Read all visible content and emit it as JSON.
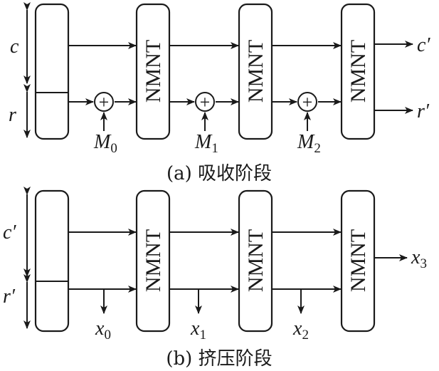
{
  "block_label": "NMNT",
  "absorb": {
    "caption": "(a) 吸收阶段",
    "state_labels": {
      "capacity": "c",
      "rate": "r"
    },
    "outputs": {
      "capacity": "c′",
      "rate": "r′"
    },
    "message_labels": [
      {
        "base": "M",
        "sub": "0"
      },
      {
        "base": "M",
        "sub": "1"
      },
      {
        "base": "M",
        "sub": "2"
      }
    ],
    "xor_symbol": "+"
  },
  "squeeze": {
    "caption": "(b) 挤压阶段",
    "state_labels": {
      "capacity": "c′",
      "rate": "r′"
    },
    "output_labels": [
      {
        "base": "x",
        "sub": "0"
      },
      {
        "base": "x",
        "sub": "1"
      },
      {
        "base": "x",
        "sub": "2"
      },
      {
        "base": "x",
        "sub": "3"
      }
    ]
  }
}
